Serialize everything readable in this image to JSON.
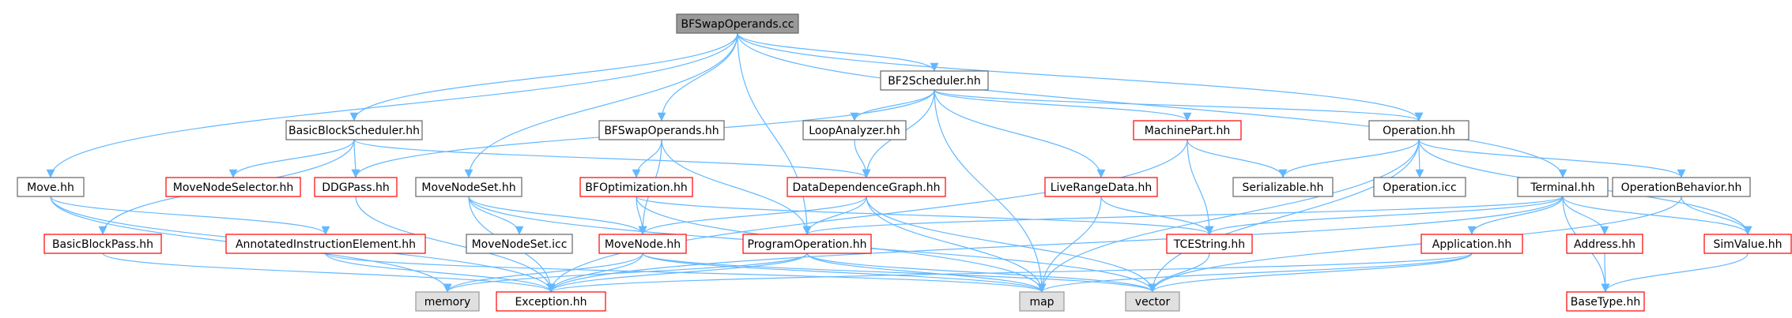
{
  "colors": {
    "root_fill": "#999999",
    "normal_stroke": "#666666",
    "error_stroke": "#ff0000",
    "system_fill": "#e0e0e0",
    "system_stroke": "#999999",
    "edge": "#63b8ff"
  },
  "nodes": [
    {
      "id": "root",
      "label": "BFSwapOperands.cc",
      "kind": "root"
    },
    {
      "id": "bf2",
      "label": "BF2Scheduler.hh",
      "kind": "normal"
    },
    {
      "id": "bbs",
      "label": "BasicBlockScheduler.hh",
      "kind": "normal"
    },
    {
      "id": "bfso",
      "label": "BFSwapOperands.hh",
      "kind": "normal"
    },
    {
      "id": "la",
      "label": "LoopAnalyzer.hh",
      "kind": "normal"
    },
    {
      "id": "mp",
      "label": "MachinePart.hh",
      "kind": "missing"
    },
    {
      "id": "op",
      "label": "Operation.hh",
      "kind": "normal"
    },
    {
      "id": "move",
      "label": "Move.hh",
      "kind": "normal"
    },
    {
      "id": "mnsel",
      "label": "MoveNodeSelector.hh",
      "kind": "missing"
    },
    {
      "id": "ddg",
      "label": "DDGPass.hh",
      "kind": "missing"
    },
    {
      "id": "mns",
      "label": "MoveNodeSet.hh",
      "kind": "normal"
    },
    {
      "id": "bfopt",
      "label": "BFOptimization.hh",
      "kind": "missing"
    },
    {
      "id": "ddgr",
      "label": "DataDependenceGraph.hh",
      "kind": "missing"
    },
    {
      "id": "lrd",
      "label": "LiveRangeData.hh",
      "kind": "missing"
    },
    {
      "id": "ser",
      "label": "Serializable.hh",
      "kind": "normal"
    },
    {
      "id": "opicc",
      "label": "Operation.icc",
      "kind": "normal"
    },
    {
      "id": "term",
      "label": "Terminal.hh",
      "kind": "normal"
    },
    {
      "id": "opb",
      "label": "OperationBehavior.hh",
      "kind": "normal"
    },
    {
      "id": "bbp",
      "label": "BasicBlockPass.hh",
      "kind": "missing"
    },
    {
      "id": "aie",
      "label": "AnnotatedInstructionElement.hh",
      "kind": "missing"
    },
    {
      "id": "mnsicc",
      "label": "MoveNodeSet.icc",
      "kind": "normal"
    },
    {
      "id": "mn",
      "label": "MoveNode.hh",
      "kind": "missing"
    },
    {
      "id": "po",
      "label": "ProgramOperation.hh",
      "kind": "missing"
    },
    {
      "id": "tce",
      "label": "TCEString.hh",
      "kind": "missing"
    },
    {
      "id": "app",
      "label": "Application.hh",
      "kind": "missing"
    },
    {
      "id": "addr",
      "label": "Address.hh",
      "kind": "missing"
    },
    {
      "id": "sv",
      "label": "SimValue.hh",
      "kind": "missing"
    },
    {
      "id": "memory",
      "label": "memory",
      "kind": "system"
    },
    {
      "id": "exc",
      "label": "Exception.hh",
      "kind": "missing"
    },
    {
      "id": "map",
      "label": "map",
      "kind": "system"
    },
    {
      "id": "vector",
      "label": "vector",
      "kind": "system"
    },
    {
      "id": "bt",
      "label": "BaseType.hh",
      "kind": "missing"
    }
  ],
  "edges": [
    [
      "root",
      "bf2"
    ],
    [
      "root",
      "bbs"
    ],
    [
      "root",
      "bfso"
    ],
    [
      "root",
      "op"
    ],
    [
      "root",
      "move"
    ],
    [
      "root",
      "mns"
    ],
    [
      "root",
      "po"
    ],
    [
      "root",
      "term"
    ],
    [
      "bf2",
      "la"
    ],
    [
      "bf2",
      "mp"
    ],
    [
      "bf2",
      "ddg"
    ],
    [
      "bf2",
      "ddgr"
    ],
    [
      "bf2",
      "lrd"
    ],
    [
      "bf2",
      "map"
    ],
    [
      "bf2",
      "op"
    ],
    [
      "bbs",
      "ddg"
    ],
    [
      "bbs",
      "mnsel"
    ],
    [
      "bbs",
      "bbp"
    ],
    [
      "bbs",
      "ddgr"
    ],
    [
      "bfso",
      "bfopt"
    ],
    [
      "bfso",
      "mn"
    ],
    [
      "bfso",
      "po"
    ],
    [
      "la",
      "ddgr"
    ],
    [
      "mp",
      "ser"
    ],
    [
      "mp",
      "tce"
    ],
    [
      "mp",
      "exc"
    ],
    [
      "op",
      "ser"
    ],
    [
      "op",
      "opicc"
    ],
    [
      "op",
      "opb"
    ],
    [
      "op",
      "sv"
    ],
    [
      "op",
      "map"
    ],
    [
      "op",
      "vector"
    ],
    [
      "move",
      "aie"
    ],
    [
      "move",
      "memory"
    ],
    [
      "move",
      "exc"
    ],
    [
      "ddg",
      "exc"
    ],
    [
      "mns",
      "mnsicc"
    ],
    [
      "mns",
      "mn"
    ],
    [
      "mns",
      "exc"
    ],
    [
      "mns",
      "vector"
    ],
    [
      "bfopt",
      "mn"
    ],
    [
      "bfopt",
      "tce"
    ],
    [
      "bfopt",
      "map"
    ],
    [
      "ddgr",
      "mn"
    ],
    [
      "ddgr",
      "po"
    ],
    [
      "ddgr",
      "map"
    ],
    [
      "ddgr",
      "vector"
    ],
    [
      "lrd",
      "tce"
    ],
    [
      "lrd",
      "map"
    ],
    [
      "term",
      "tce"
    ],
    [
      "term",
      "app"
    ],
    [
      "term",
      "addr"
    ],
    [
      "term",
      "sv"
    ],
    [
      "term",
      "bt"
    ],
    [
      "term",
      "exc"
    ],
    [
      "term",
      "po"
    ],
    [
      "opb",
      "sv"
    ],
    [
      "opb",
      "vector"
    ],
    [
      "bbp",
      "exc"
    ],
    [
      "aie",
      "map"
    ],
    [
      "aie",
      "exc"
    ],
    [
      "mn",
      "memory"
    ],
    [
      "mn",
      "exc"
    ],
    [
      "mn",
      "map"
    ],
    [
      "mn",
      "vector"
    ],
    [
      "po",
      "memory"
    ],
    [
      "po",
      "exc"
    ],
    [
      "po",
      "map"
    ],
    [
      "po",
      "vector"
    ],
    [
      "tce",
      "vector"
    ],
    [
      "app",
      "exc"
    ],
    [
      "app",
      "map"
    ],
    [
      "app",
      "vector"
    ],
    [
      "addr",
      "bt"
    ],
    [
      "sv",
      "bt"
    ]
  ]
}
